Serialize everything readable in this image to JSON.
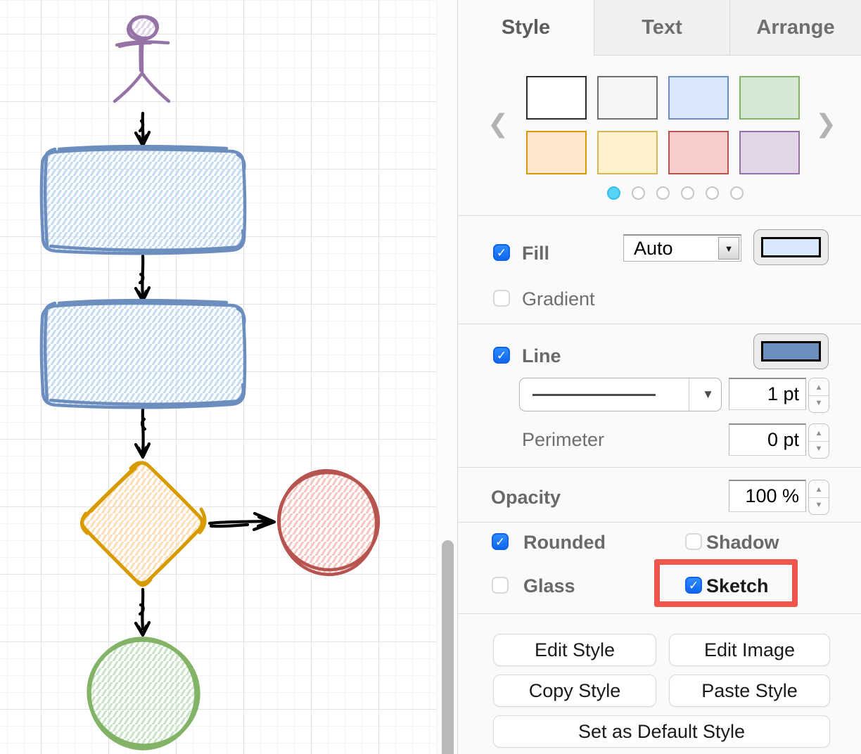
{
  "icons": {
    "check": "✓",
    "chevron_left": "❮",
    "chevron_right": "❯",
    "dropdown_arrow": "▼",
    "step_up": "▲",
    "step_down": "▼"
  },
  "canvas": {
    "shapes": [
      {
        "name": "actor",
        "stroke": "#9673a6",
        "fill": "#e1d5e7"
      },
      {
        "name": "process-1",
        "stroke": "#6c8ebf",
        "fill": "#dae8fc"
      },
      {
        "name": "process-2",
        "stroke": "#6c8ebf",
        "fill": "#dae8fc"
      },
      {
        "name": "decision",
        "stroke": "#d79b00",
        "fill": "#ffe6cc"
      },
      {
        "name": "end-right",
        "stroke": "#b85450",
        "fill": "#f8cecc"
      },
      {
        "name": "end-bottom",
        "stroke": "#82b366",
        "fill": "#d5e8d4"
      }
    ],
    "connector_color": "#000000"
  },
  "panel": {
    "tabs": [
      {
        "label": "Style",
        "active": true
      },
      {
        "label": "Text",
        "active": false
      },
      {
        "label": "Arrange",
        "active": false
      }
    ],
    "swatches": [
      {
        "fill": "#ffffff",
        "stroke": "#2b2b2b"
      },
      {
        "fill": "#f5f5f5",
        "stroke": "#707070"
      },
      {
        "fill": "#dae8fc",
        "stroke": "#6c8ebf"
      },
      {
        "fill": "#d5e8d4",
        "stroke": "#82b366"
      },
      {
        "fill": "#ffe6cc",
        "stroke": "#d79b00"
      },
      {
        "fill": "#fff2cc",
        "stroke": "#d6b656"
      },
      {
        "fill": "#f8cecc",
        "stroke": "#b85450"
      },
      {
        "fill": "#e1d5e7",
        "stroke": "#9673a6"
      }
    ],
    "pager": {
      "dots": [
        true,
        false,
        false,
        false,
        false,
        false
      ],
      "active_color": "#57d3f6"
    },
    "fill": {
      "label": "Fill",
      "checked": true,
      "mode": "Auto",
      "color": "#dae8fc"
    },
    "gradient": {
      "label": "Gradient",
      "checked": false
    },
    "line": {
      "label": "Line",
      "checked": true,
      "color": "#6c8ebf",
      "width_value": "1 pt",
      "perimeter_label": "Perimeter",
      "perimeter_value": "0 pt"
    },
    "opacity": {
      "label": "Opacity",
      "value": "100 %"
    },
    "toggles": {
      "rounded": {
        "label": "Rounded",
        "checked": true
      },
      "shadow": {
        "label": "Shadow",
        "checked": false
      },
      "glass": {
        "label": "Glass",
        "checked": false
      },
      "sketch": {
        "label": "Sketch",
        "checked": true
      }
    },
    "highlight_color": "#f1544b",
    "buttons": {
      "edit_style": "Edit Style",
      "edit_image": "Edit Image",
      "copy_style": "Copy Style",
      "paste_style": "Paste Style",
      "set_default": "Set as Default Style"
    }
  }
}
